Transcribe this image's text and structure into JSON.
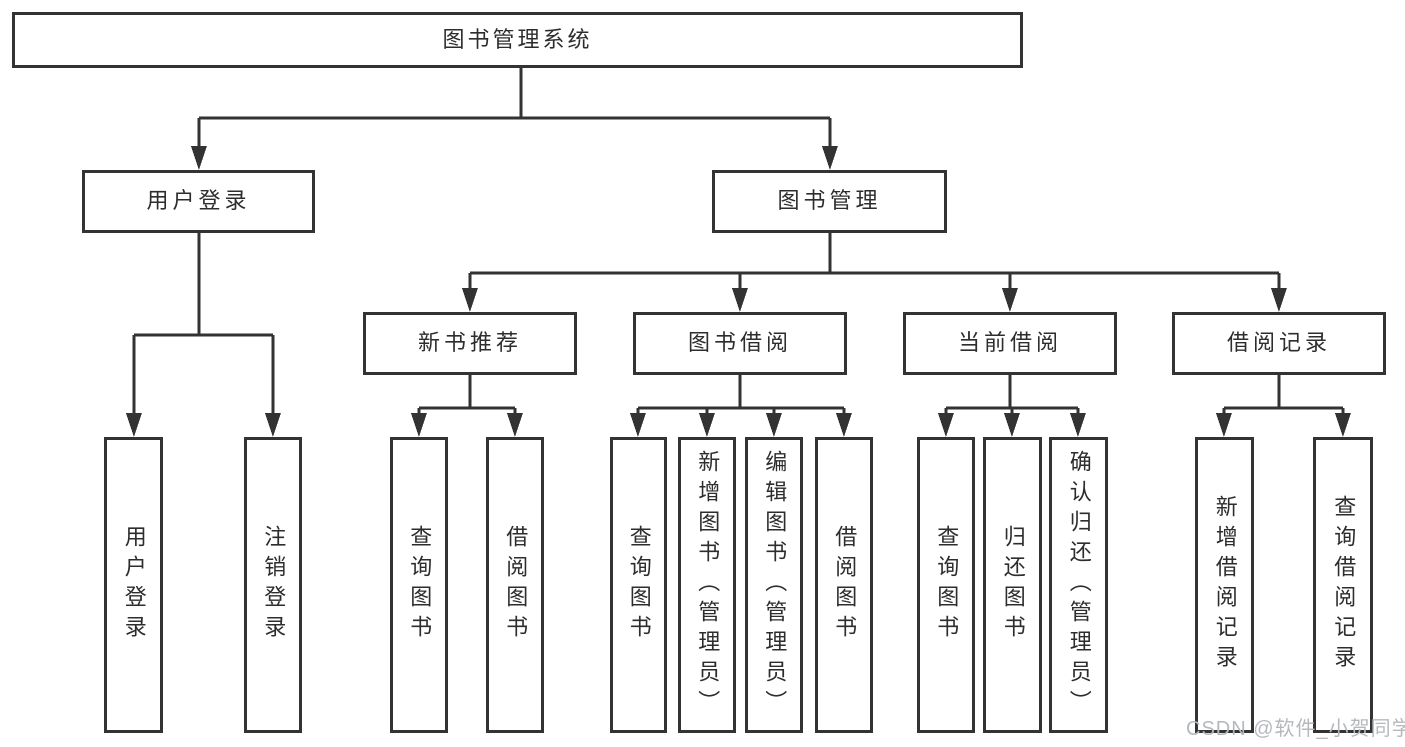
{
  "tree": {
    "root": {
      "label": "图书管理系统"
    },
    "branches": [
      {
        "label": "用户登录",
        "children": [
          {
            "label": "用户登录"
          },
          {
            "label": "注销登录"
          }
        ]
      },
      {
        "label": "图书管理",
        "children": [
          {
            "label": "新书推荐",
            "children": [
              {
                "label": "查询图书"
              },
              {
                "label": "借阅图书"
              }
            ]
          },
          {
            "label": "图书借阅",
            "children": [
              {
                "label": "查询图书"
              },
              {
                "label": "新增图书（管理员）"
              },
              {
                "label": "编辑图书（管理员）"
              },
              {
                "label": "借阅图书"
              }
            ]
          },
          {
            "label": "当前借阅",
            "children": [
              {
                "label": "查询图书"
              },
              {
                "label": "归还图书"
              },
              {
                "label": "确认归还（管理员）"
              }
            ]
          },
          {
            "label": "借阅记录",
            "children": [
              {
                "label": "新增借阅记录"
              },
              {
                "label": "查询借阅记录"
              }
            ]
          }
        ]
      }
    ]
  },
  "watermark": {
    "text": "CSDN @软件_小贺同学"
  },
  "colors": {
    "line": "#333333",
    "box_border": "#333333",
    "box_fill": "#ffffff",
    "text": "#2d2d2d",
    "background": "#ffffff",
    "watermark": "#b5b9be"
  }
}
